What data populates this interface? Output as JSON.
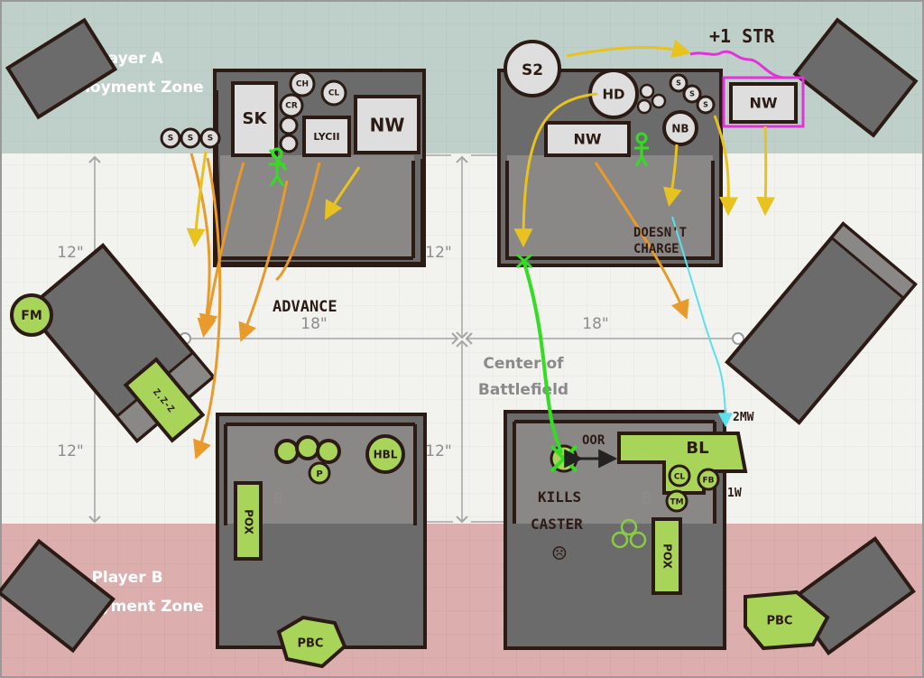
{
  "zones": {
    "player_a": [
      "Player A",
      "Deployment Zone"
    ],
    "player_b": [
      "Player B",
      "Deployment Zone"
    ],
    "center": [
      "Center of",
      "Battlefield"
    ]
  },
  "measurements": {
    "twelve": "12\"",
    "eighteen": "18\""
  },
  "player_a_units": {
    "sk": "SK",
    "ch": "CH",
    "cr": "CR",
    "cl": "CL",
    "lycii": "LYCII",
    "nw": "NW",
    "s": "S",
    "s2": "S2",
    "hd": "HD",
    "nb": "NB"
  },
  "player_b_units": {
    "fm": "FM",
    "hbl": "HBL",
    "p": "P",
    "pox": "POX",
    "bl": "BL",
    "cl": "CL",
    "fb": "FB",
    "tm": "TM",
    "pbc": "PBC",
    "b": "B"
  },
  "annotations": {
    "plus_str": "+1 STR",
    "advance": "ADVANCE",
    "doesnt_charge": [
      "DOESN'T",
      "CHARGE"
    ],
    "oor": "OOR",
    "kills_caster": [
      "KILLS",
      "CASTER"
    ],
    "sad_face": "☹",
    "two_mw": "2MW",
    "one_w": "1W",
    "marker_b": "B",
    "wall": "Z.Z-Z"
  },
  "colors": {
    "player_a_zone": "#bfd0cb",
    "player_b_zone": "#dcaeae",
    "terrain": "#6b6b6b",
    "terrain_front": "#8a8787",
    "unit_a": "#dedede",
    "unit_b": "#a9d45a",
    "arrow_orange": "#e89a2a",
    "arrow_yellow": "#e8c21f",
    "highlight_green": "#33dd22",
    "highlight_magenta": "#e233d8",
    "arrow_cyan": "#5be0f0"
  }
}
